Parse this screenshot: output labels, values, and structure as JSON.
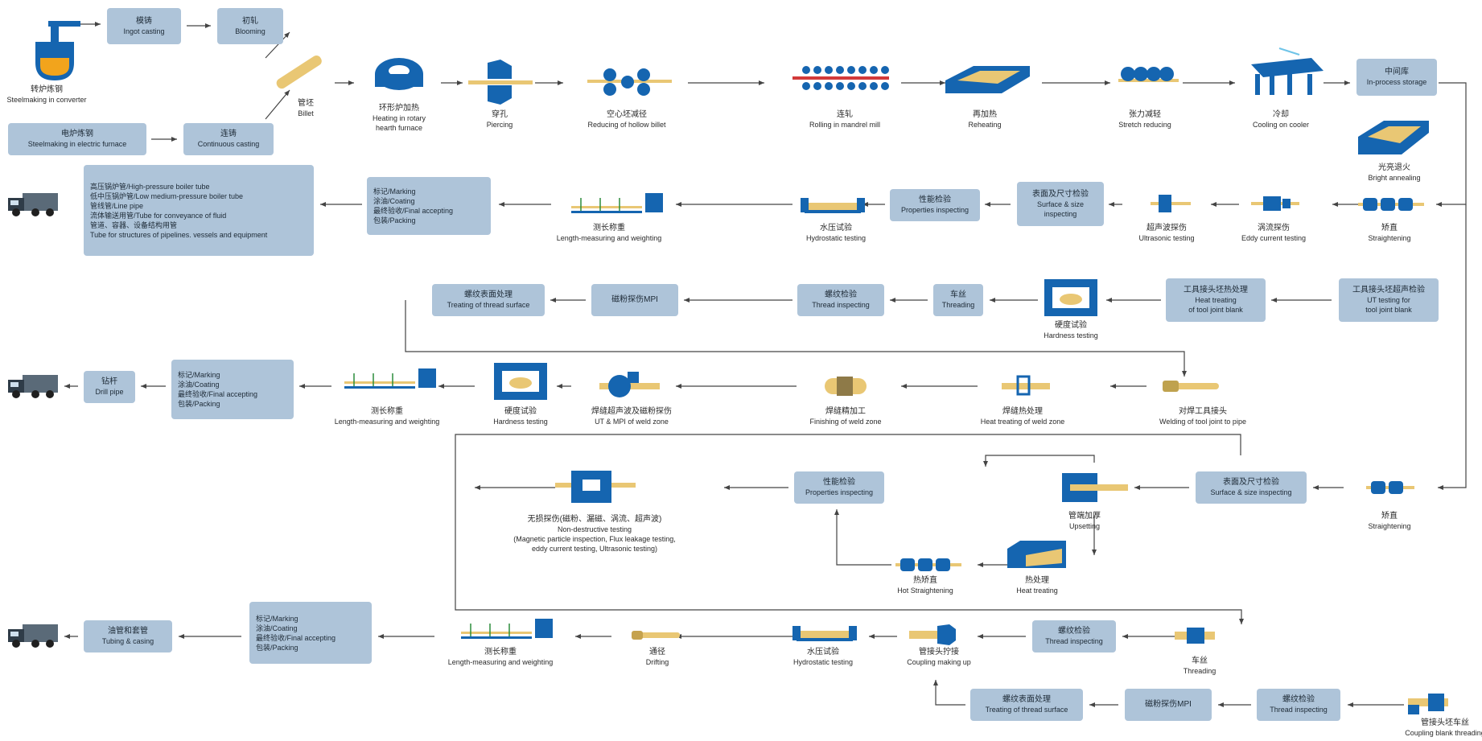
{
  "colors": {
    "box": "#aec4d9",
    "equipment": "#1565b0",
    "pipe": "#e9c774",
    "arrow": "#444444"
  },
  "boxes": {
    "ingot": {
      "zh": "模铸",
      "en": "Ingot casting"
    },
    "blooming": {
      "zh": "初轧",
      "en": "Blooming"
    },
    "electric": {
      "zh": "电炉炼钢",
      "en": "Steelmaking in electric furnace"
    },
    "continuous": {
      "zh": "连铸",
      "en": "Continuous casting"
    },
    "inprocess": {
      "zh": "中间库",
      "en": "In-process storage"
    },
    "boiler_products": {
      "lines": [
        "高压锅炉管/High-pressure boiler tube",
        "低中压锅炉管/Low medium-pressure boiler tube",
        "管线管/Line pipe",
        "流体输送用管/Tube for conveyance of fluid",
        "管道、容器、设备结构用管",
        "Tube for structures of pipelines. vessels and equipment"
      ]
    },
    "finish1": {
      "lines": [
        "标记/Marking",
        "涂油/Coating",
        "最终验收/Final accepting",
        "包装/Packing"
      ]
    },
    "properties1": {
      "zh": "性能检验",
      "en": "Properties inspecting"
    },
    "surface1": {
      "zh": "表面及尺寸检验",
      "en1": "Surface & size",
      "en2": "inspecting"
    },
    "thread_surface1": {
      "zh": "螺纹表面处理",
      "en": "Treating of thread surface"
    },
    "mpi1": {
      "zh": "磁粉探伤MPI"
    },
    "thread_insp1": {
      "zh": "螺纹检验",
      "en": "Thread inspecting"
    },
    "threading1": {
      "zh": "车丝",
      "en": "Threading"
    },
    "heat_tool": {
      "zh": "工具接头坯热处理",
      "en1": "Heat treating",
      "en2": "of tool joint blank"
    },
    "ut_tool": {
      "zh": "工具接头坯超声检验",
      "en1": "UT testing for",
      "en2": "tool joint blank"
    },
    "drill_pipe": {
      "zh": "钻杆",
      "en": "Drill pipe"
    },
    "finish2": {
      "lines": [
        "标记/Marking",
        "涂油/Coating",
        "最终验收/Final accepting",
        "包装/Packing"
      ]
    },
    "properties2": {
      "zh": "性能检验",
      "en": "Properties inspecting"
    },
    "surface2": {
      "zh": "表面及尺寸检验",
      "en": "Surface & size inspecting"
    },
    "tubing": {
      "zh": "油管和套管",
      "en": "Tubing & casing"
    },
    "finish3": {
      "lines": [
        "标记/Marking",
        "涂油/Coating",
        "最终验收/Final accepting",
        "包装/Packing"
      ]
    },
    "thread_insp2": {
      "zh": "螺纹检验",
      "en": "Thread inspecting"
    },
    "thread_surface2": {
      "zh": "螺纹表面处理",
      "en": "Treating of thread surface"
    },
    "mpi2": {
      "zh": "磁粉探伤MPI"
    },
    "thread_insp3": {
      "zh": "螺纹检验",
      "en": "Thread inspecting"
    }
  },
  "labels": {
    "converter": {
      "zh": "转炉炼钢",
      "en": "Steelmaking in converter"
    },
    "billet": {
      "zh": "管坯",
      "en": "Billet"
    },
    "rotary": {
      "zh": "环形炉加热",
      "en1": "Heating in rotary",
      "en2": "hearth furnace"
    },
    "piercing": {
      "zh": "穿孔",
      "en": "Piercing"
    },
    "reducing_hollow": {
      "zh": "空心坯减径",
      "en": "Reducing of hollow billet"
    },
    "mandrel": {
      "zh": "连轧",
      "en": "Rolling in mandrel mill"
    },
    "reheating": {
      "zh": "再加热",
      "en": "Reheating"
    },
    "stretch": {
      "zh": "张力减轻",
      "en": "Stretch reducing"
    },
    "cooling": {
      "zh": "冷却",
      "en": "Cooling on cooler"
    },
    "bright": {
      "zh": "光亮退火",
      "en": "Bright annealing"
    },
    "straight1": {
      "zh": "矫直",
      "en": "Straightening"
    },
    "eddy": {
      "zh": "涡流探伤",
      "en": "Eddy current testing"
    },
    "ultrasonic": {
      "zh": "超声波探伤",
      "en": "Ultrasonic testing"
    },
    "hydro1": {
      "zh": "水压试验",
      "en": "Hydrostatic testing"
    },
    "length1": {
      "zh": "测长称重",
      "en": "Length-measuring and weighting"
    },
    "hardness1": {
      "zh": "硬度试验",
      "en": "Hardness  testing"
    },
    "welding": {
      "zh": "对焊工具接头",
      "en": "Welding of tool joint to pipe"
    },
    "heat_weld": {
      "zh": "焊缝热处理",
      "en": "Heat treating of weld zone"
    },
    "finish_weld": {
      "zh": "焊缝精加工",
      "en": "Finishing of weld zone"
    },
    "ut_mpi": {
      "zh": "焊缝超声波及磁粉探伤",
      "en": "UT & MPI of weld zone"
    },
    "hardness2": {
      "zh": "硬度试验",
      "en": "Hardness testing"
    },
    "length2": {
      "zh": "测长称重",
      "en": "Length-measuring and weighting"
    },
    "straight2": {
      "zh": "矫直",
      "en": "Straightening"
    },
    "upsetting": {
      "zh": "管端加厚",
      "en": "Upsetting"
    },
    "heat_treat": {
      "zh": "热处理",
      "en": "Heat treating"
    },
    "hot_straight": {
      "zh": "热矫直",
      "en": "Hot Straightening"
    },
    "ndt": {
      "zh": "无损探伤(磁粉、漏磁、涡流、超声波)",
      "en1": "Non-destructive testing",
      "en2": "(Magnetic particle inspection, Flux leakage testing,",
      "en3": "eddy current testing, Ultrasonic testing)"
    },
    "threading2": {
      "zh": "车丝",
      "en": "Threading"
    },
    "coupling": {
      "zh": "管接头拧接",
      "en": "Coupling making up"
    },
    "hydro2": {
      "zh": "水压试验",
      "en": "Hydrostatic testing"
    },
    "drifting": {
      "zh": "通径",
      "en": "Drifting"
    },
    "length3": {
      "zh": "测长称重",
      "en": "Length-measuring and weighting"
    },
    "coupling_blank": {
      "zh": "管接头坯车丝",
      "en": "Coupling blank threading"
    }
  }
}
